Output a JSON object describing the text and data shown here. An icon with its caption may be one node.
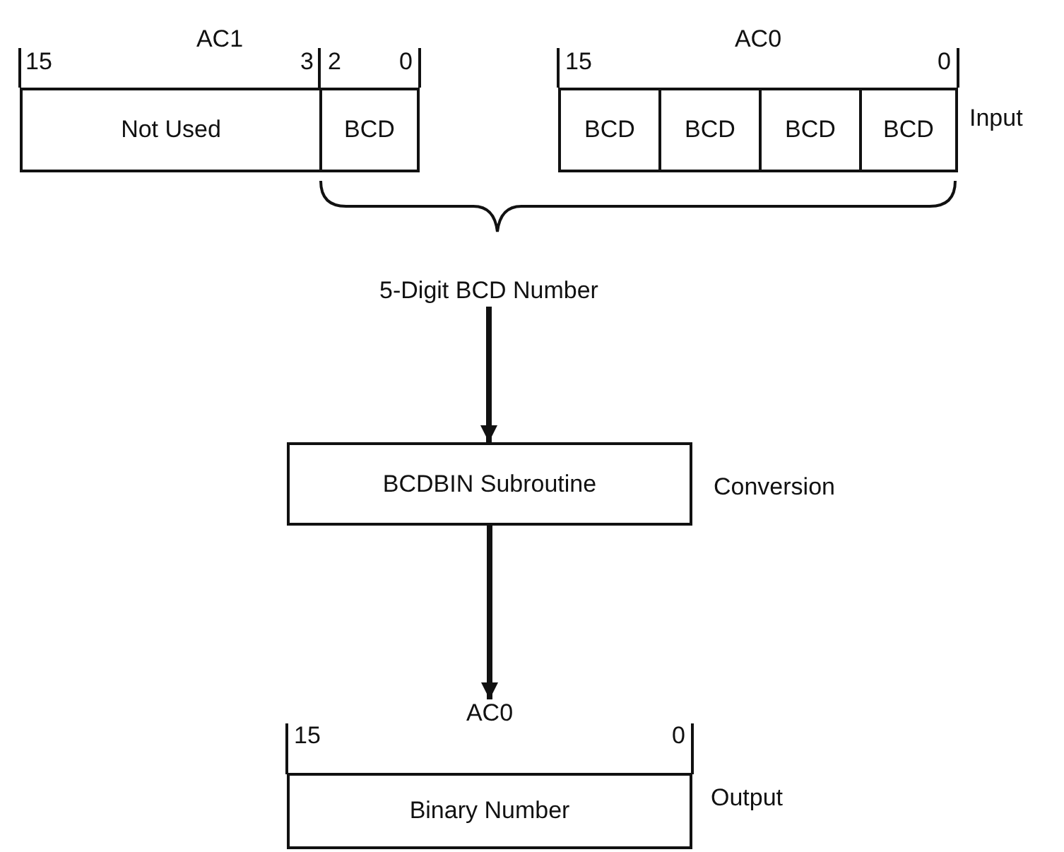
{
  "diagram": {
    "nodes": [
      {
        "text": [
          "AC1"
        ]
      },
      {
        "text": [
          "Not Used"
        ],
        "in": 0
      },
      {
        "text": [
          "BCD"
        ],
        "in": 0
      },
      {
        "text": [
          "AC0"
        ],
        "beside": [
          "Input"
        ]
      },
      {
        "text": [
          "BCD"
        ],
        "in": 3
      },
      {
        "text": [
          "BCD"
        ],
        "in": 3
      },
      {
        "text": [
          "BCD"
        ],
        "in": 3
      },
      {
        "text": [
          "BCD"
        ],
        "in": 3
      },
      {
        "text": [
          "5-Digit BCD Number"
        ]
      },
      {
        "text": [
          "BCDBIN Subroutine"
        ],
        "beside": [
          "Conversion"
        ]
      },
      {
        "text": [
          "AC0",
          "Binary Number"
        ],
        "beside": [
          "Output"
        ]
      }
    ],
    "edges": [
      {
        "from": 8,
        "to": 9,
        "arrow": "to"
      },
      {
        "from": 9,
        "to": 10,
        "arrow": "to"
      }
    ],
    "labels": [
      "15",
      "3",
      "2",
      "0",
      "15",
      "0",
      "15",
      "0"
    ]
  }
}
